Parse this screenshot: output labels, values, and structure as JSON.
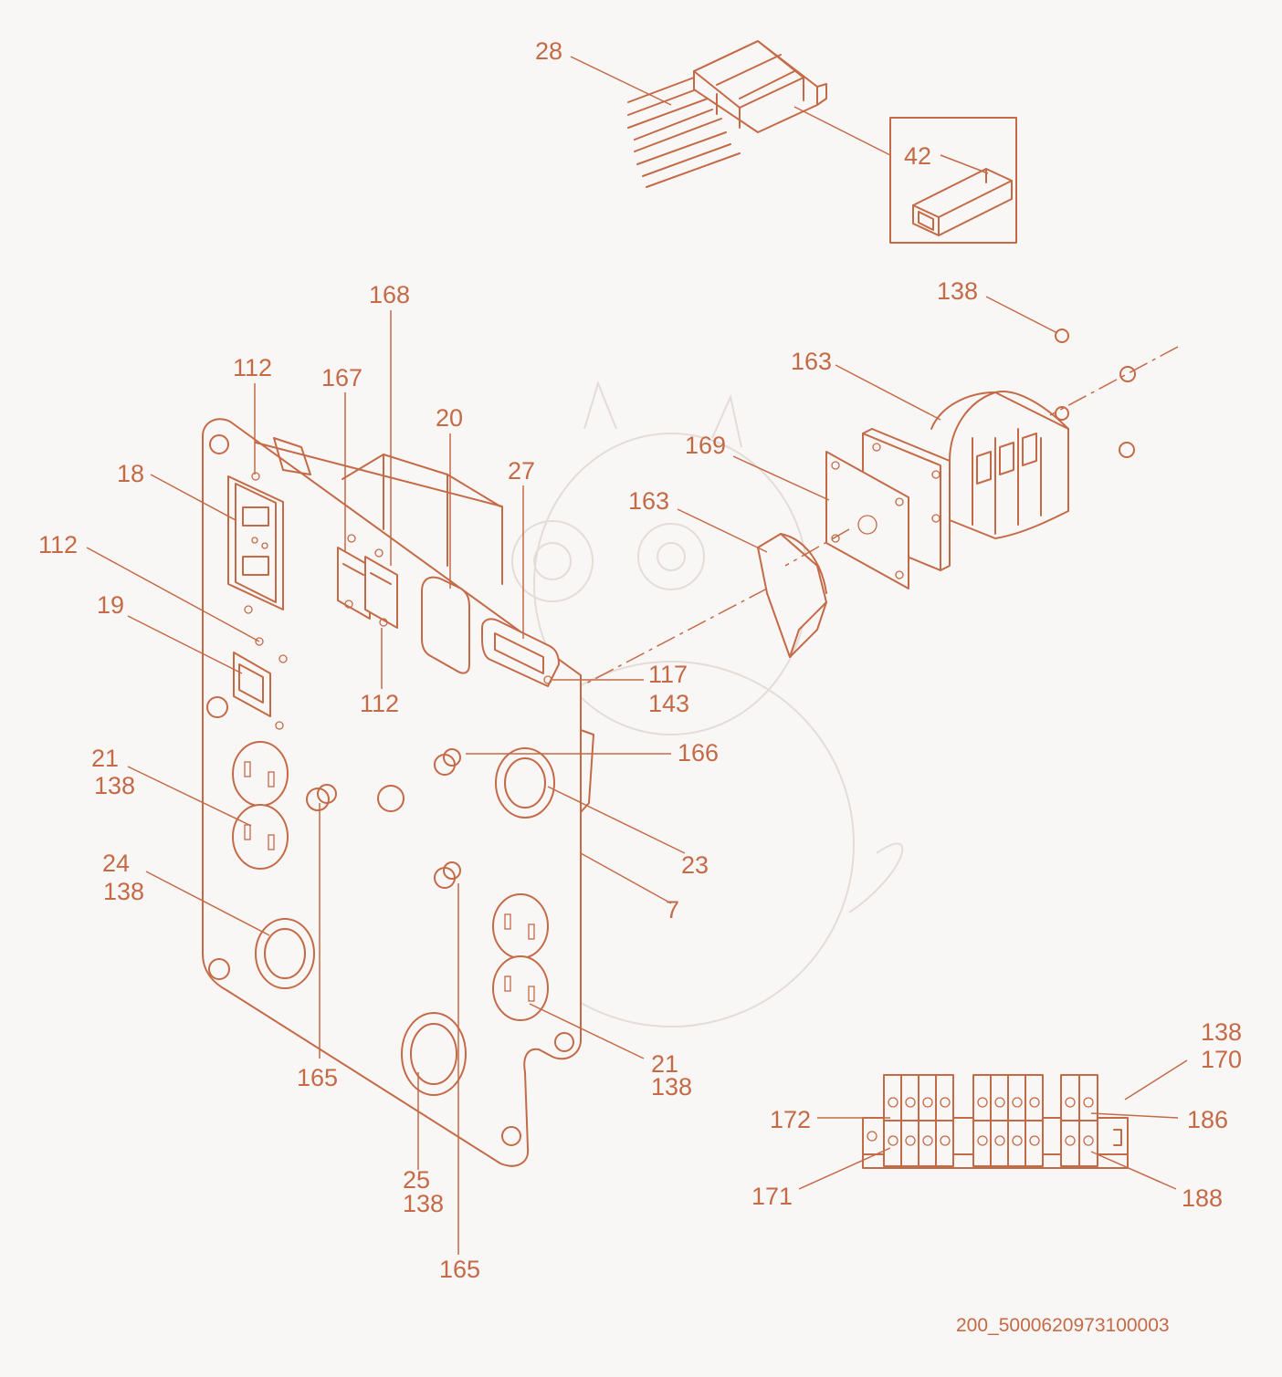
{
  "document_id": "200_5000620973100003",
  "callouts": [
    {
      "id": "c28",
      "label": "28"
    },
    {
      "id": "c42",
      "label": "42"
    },
    {
      "id": "c138-a",
      "label": "138"
    },
    {
      "id": "c163-a",
      "label": "163"
    },
    {
      "id": "c169",
      "label": "169"
    },
    {
      "id": "c163-b",
      "label": "163"
    },
    {
      "id": "c168",
      "label": "168"
    },
    {
      "id": "c167",
      "label": "167"
    },
    {
      "id": "c20",
      "label": "20"
    },
    {
      "id": "c27",
      "label": "27"
    },
    {
      "id": "c112-a",
      "label": "112"
    },
    {
      "id": "c18",
      "label": "18"
    },
    {
      "id": "c112-b",
      "label": "112"
    },
    {
      "id": "c19",
      "label": "19"
    },
    {
      "id": "c112-c",
      "label": "112"
    },
    {
      "id": "c117",
      "label": "117"
    },
    {
      "id": "c143",
      "label": "143"
    },
    {
      "id": "c166",
      "label": "166"
    },
    {
      "id": "c21-a",
      "label": "21"
    },
    {
      "id": "c138-b",
      "label": "138"
    },
    {
      "id": "c23",
      "label": "23"
    },
    {
      "id": "c24",
      "label": "24"
    },
    {
      "id": "c138-c",
      "label": "138"
    },
    {
      "id": "c7",
      "label": "7"
    },
    {
      "id": "c165-a",
      "label": "165"
    },
    {
      "id": "c21-b",
      "label": "21"
    },
    {
      "id": "c138-d",
      "label": "138"
    },
    {
      "id": "c25",
      "label": "25"
    },
    {
      "id": "c138-e",
      "label": "138"
    },
    {
      "id": "c165-b",
      "label": "165"
    },
    {
      "id": "c138-f",
      "label": "138"
    },
    {
      "id": "c170",
      "label": "170"
    },
    {
      "id": "c172",
      "label": "172"
    },
    {
      "id": "c186",
      "label": "186"
    },
    {
      "id": "c171",
      "label": "171"
    },
    {
      "id": "c188",
      "label": "188"
    }
  ]
}
